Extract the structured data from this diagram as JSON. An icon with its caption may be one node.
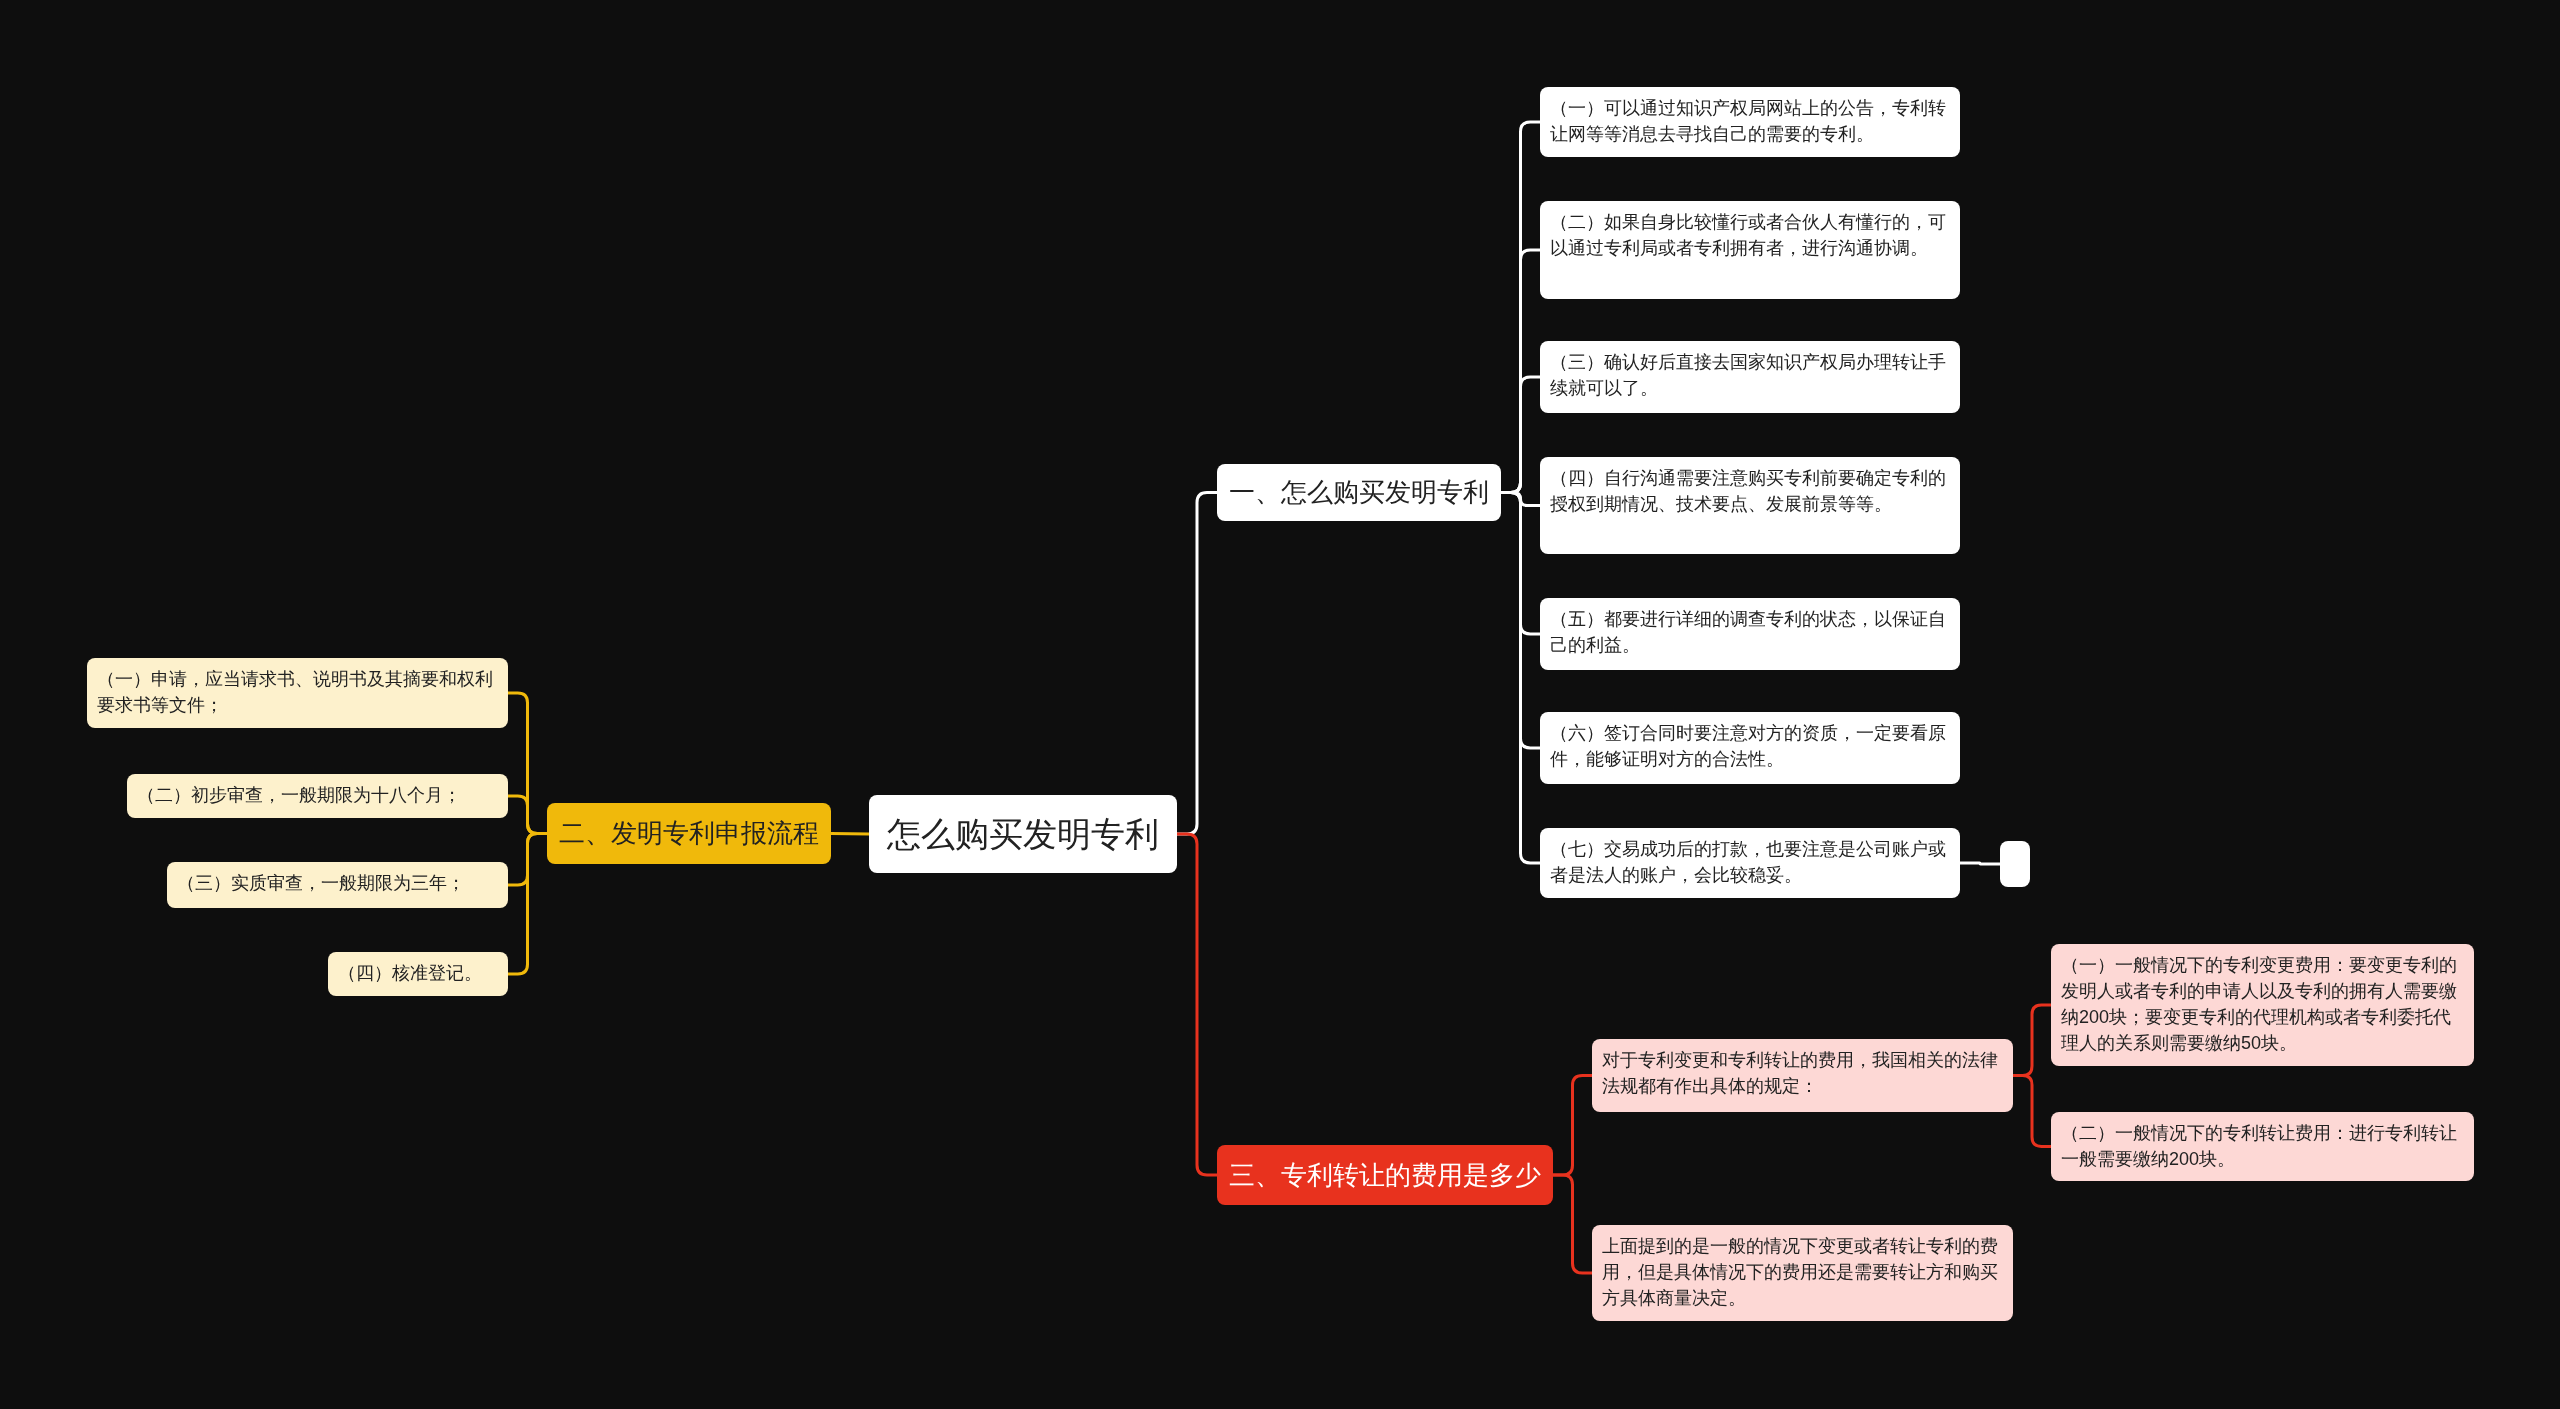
{
  "diagram": {
    "nodes": [
      {
        "text": [
          "怎么购买发明专利"
        ]
      },
      {
        "text": [
          "一、怎么购买发明专利"
        ]
      },
      {
        "text": [
          "（一）可以通过知识产权局网站上的公告，专利转让网等等消息去寻找自己的需要的专利。"
        ]
      },
      {
        "text": [
          "（二）如果自身比较懂行或者合伙人有懂行的，可以通过专利局或者专利拥有者，进行沟通协调。"
        ]
      },
      {
        "text": [
          "（三）确认好后直接去国家知识产权局办理转让手续就可以了。"
        ]
      },
      {
        "text": [
          "（四）自行沟通需要注意购买专利前要确定专利的授权到期情况、技术要点、发展前景等等。"
        ]
      },
      {
        "text": [
          "（五）都要进行详细的调查专利的状态，以保证自己的利益。"
        ]
      },
      {
        "text": [
          "（六）签订合同时要注意对方的资质，一定要看原件，能够证明对方的合法性。"
        ]
      },
      {
        "text": [
          "（七）交易成功后的打款，也要注意是公司账户或者是法人的账户，会比较稳妥。"
        ]
      },
      {
        "text": [],
        "shape": "box"
      },
      {
        "text": [
          "二、发明专利申报流程"
        ]
      },
      {
        "text": [
          "（一）申请，应当请求书、说明书及其摘要和权利要求书等文件；"
        ]
      },
      {
        "text": [
          "（二）初步审查，一般期限为十八个月；"
        ]
      },
      {
        "text": [
          "（三）实质审查，一般期限为三年；"
        ]
      },
      {
        "text": [
          "（四）核准登记。"
        ]
      },
      {
        "text": [
          "三、专利转让的费用是多少"
        ]
      },
      {
        "text": [
          "对于专利变更和专利转让的费用，我国相关的法律法规都有作出具体的规定："
        ]
      },
      {
        "text": [
          "（一）一般情况下的专利变更费用：要变更专利的发明人或者专利的申请人以及专利的拥有人需要缴纳200块；要变更专利的代理机构或者专利委托代理人的关系则需要缴纳50块。"
        ]
      },
      {
        "text": [
          "（二）一般情况下的专利转让费用：进行专利转让一般需要缴纳200块。"
        ]
      },
      {
        "text": [
          "上面提到的是一般的情况下变更或者转让专利的费用，但是具体情况下的费用还是需要转让方和购买方具体商量决定。"
        ]
      }
    ],
    "edges": [
      {
        "from": 0,
        "to": 1,
        "arrow": "none",
        "color": "#ffffff"
      },
      {
        "from": 1,
        "to": 2,
        "arrow": "none",
        "color": "#ffffff"
      },
      {
        "from": 1,
        "to": 3,
        "arrow": "none",
        "color": "#ffffff"
      },
      {
        "from": 1,
        "to": 4,
        "arrow": "none",
        "color": "#ffffff"
      },
      {
        "from": 1,
        "to": 5,
        "arrow": "none",
        "color": "#ffffff"
      },
      {
        "from": 1,
        "to": 6,
        "arrow": "none",
        "color": "#ffffff"
      },
      {
        "from": 1,
        "to": 7,
        "arrow": "none",
        "color": "#ffffff"
      },
      {
        "from": 1,
        "to": 8,
        "arrow": "none",
        "color": "#ffffff"
      },
      {
        "from": 8,
        "to": 9,
        "arrow": "none",
        "color": "#ffffff"
      },
      {
        "from": 0,
        "to": 10,
        "arrow": "none",
        "color": "#f0b90b"
      },
      {
        "from": 10,
        "to": 11,
        "arrow": "none",
        "color": "#f0b90b"
      },
      {
        "from": 10,
        "to": 12,
        "arrow": "none",
        "color": "#f0b90b"
      },
      {
        "from": 10,
        "to": 13,
        "arrow": "none",
        "color": "#f0b90b"
      },
      {
        "from": 10,
        "to": 14,
        "arrow": "none",
        "color": "#f0b90b"
      },
      {
        "from": 0,
        "to": 15,
        "arrow": "none",
        "color": "#e8321e"
      },
      {
        "from": 15,
        "to": 16,
        "arrow": "none",
        "color": "#e8321e"
      },
      {
        "from": 16,
        "to": 17,
        "arrow": "none",
        "color": "#e8321e"
      },
      {
        "from": 16,
        "to": 18,
        "arrow": "none",
        "color": "#e8321e"
      },
      {
        "from": 15,
        "to": 19,
        "arrow": "none",
        "color": "#e8321e"
      }
    ]
  }
}
